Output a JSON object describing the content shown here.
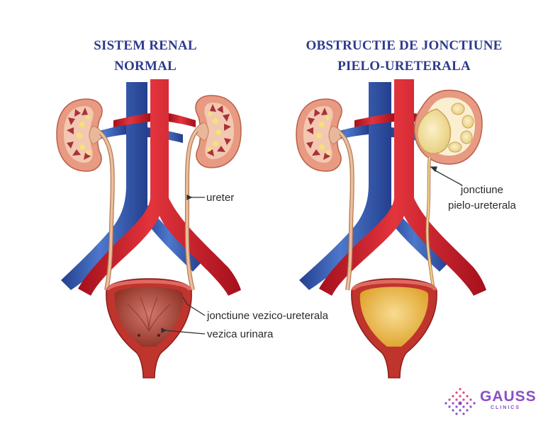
{
  "titles": {
    "left": [
      "SISTEM RENAL",
      "NORMAL"
    ],
    "right": [
      "OBSTRUCTIE DE JONCTIUNE",
      "PIELO-URETERALA"
    ]
  },
  "labels": {
    "ureter": "ureter",
    "vezico": "jonctiune vezico-ureterala",
    "vezica": "vezica urinara",
    "pielo": [
      "jonctiune",
      "pielo-ureterala"
    ]
  },
  "logo": {
    "name": "GAUSS",
    "sub": "CLINICS"
  },
  "colors": {
    "title": "#2e3a8c",
    "artery": "#d0202c",
    "vein": "#3a62b8",
    "kidney_cortex": "#e89a82",
    "kidney_medulla": "#a8323a",
    "ureter": "#e0a982",
    "bladder_wall": "#c0342e",
    "bladder_inner_normal": "#a8483e",
    "bladder_inner_obstructed": "#e7b53c",
    "hydronephrosis": "#f3e2a2",
    "logo": "#8a4fc8"
  }
}
